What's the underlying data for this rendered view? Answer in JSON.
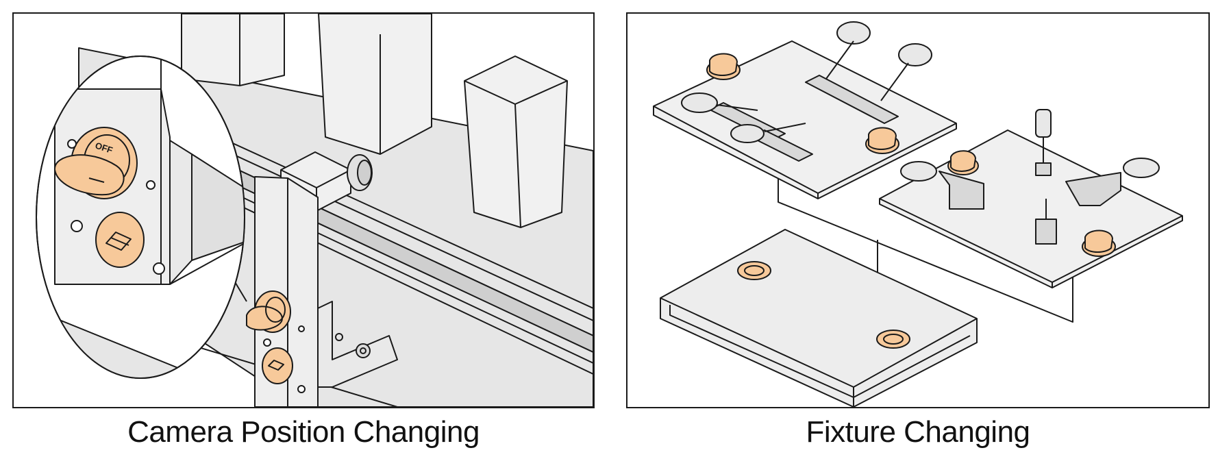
{
  "panels": [
    {
      "caption": "Camera Position Changing",
      "knob_label": "OFF",
      "accent_color": "#f7c99a",
      "metal_color": "#e8e8e8",
      "line_color": "#1a1a1a"
    },
    {
      "caption": "Fixture Changing",
      "accent_color": "#f7c99a",
      "metal_color": "#e8e8e8",
      "line_color": "#1a1a1a"
    }
  ],
  "icons": [
    "quick-release-knob-icon",
    "locking-screw-icon",
    "toggle-clamp-icon",
    "fixture-plate-icon",
    "camera-icon"
  ]
}
